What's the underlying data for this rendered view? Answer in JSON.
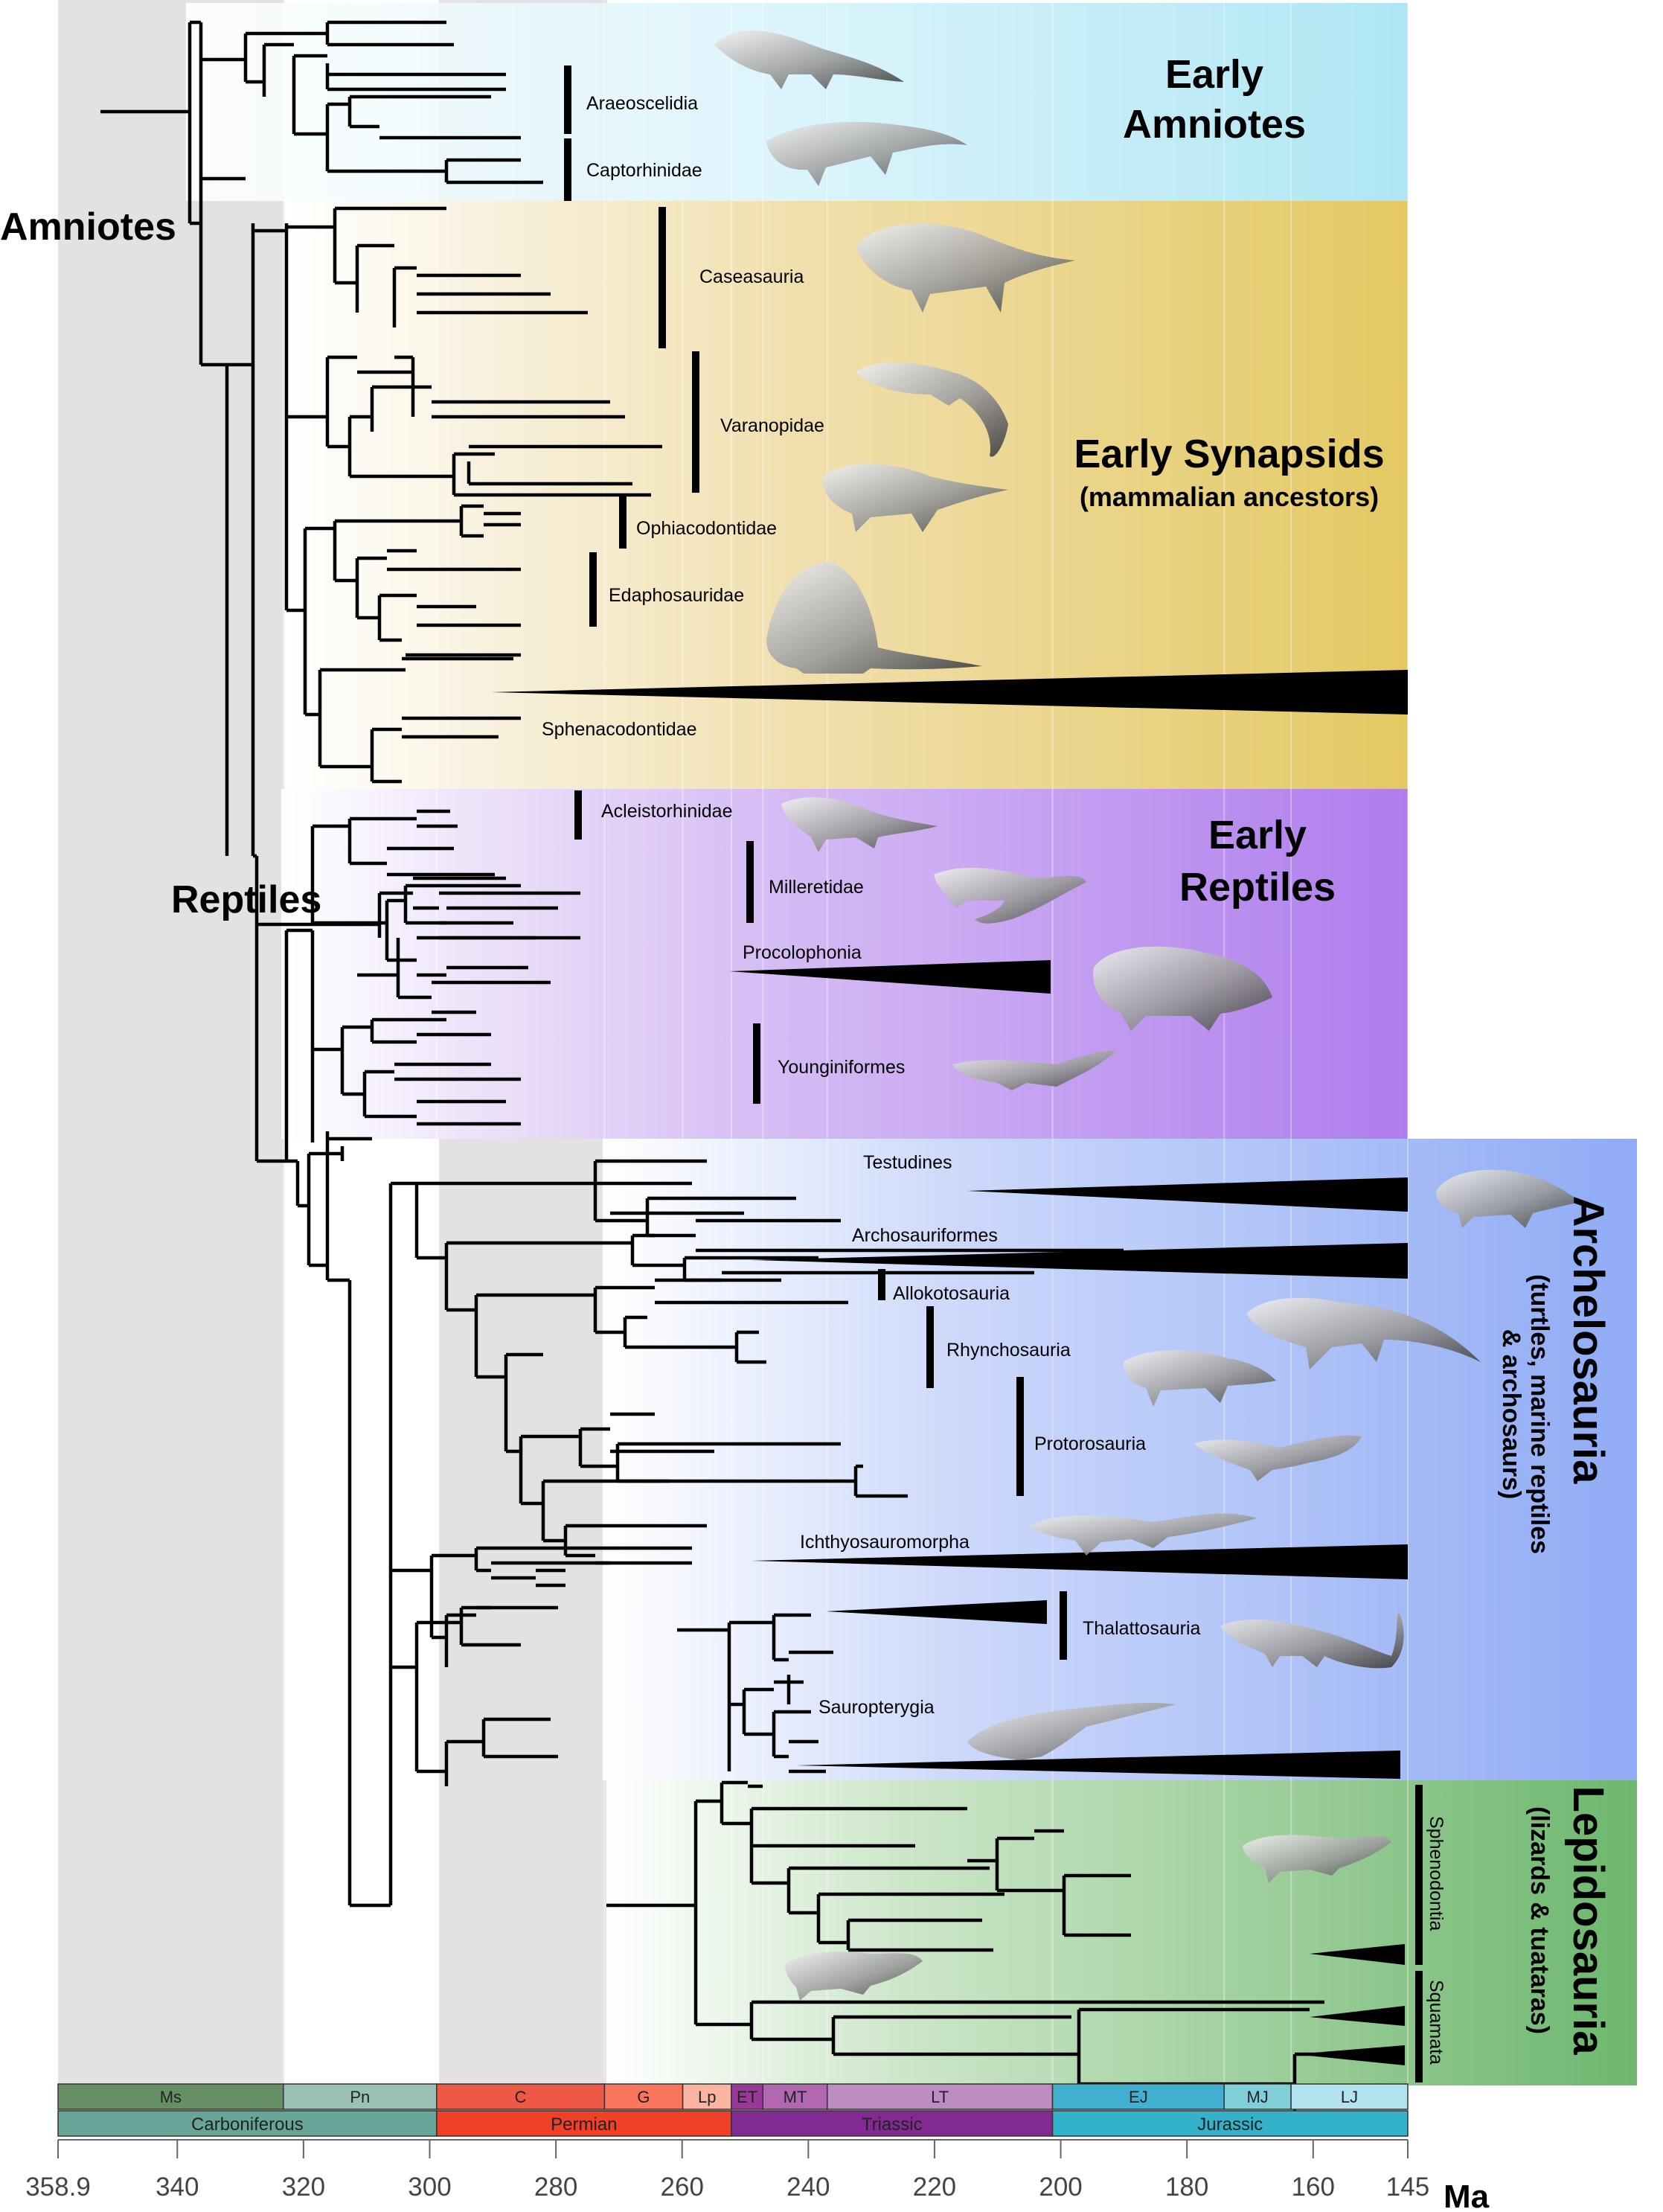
{
  "groups": {
    "early_amniotes": {
      "title_line1": "Early",
      "title_line2": "Amniotes",
      "color": "#a8e4f2"
    },
    "early_synapsids": {
      "title_line1": "Early Synapsids",
      "title_line2": "(mammalian ancestors)",
      "color": "#e2c65a"
    },
    "early_reptiles": {
      "title_line1": "Early",
      "title_line2": "Reptiles",
      "color": "#ab76ec"
    },
    "archelosauria": {
      "title": "Archelosauria",
      "subtitle1": "(turtles, marine reptiles",
      "subtitle2": "& archosaurs)",
      "color": "#8aa7f4"
    },
    "lepidosauria": {
      "title": "Lepidosauria",
      "subtitle": "(lizards & tuataras)",
      "color": "#66b366"
    }
  },
  "node_labels": {
    "amniotes": "Amniotes",
    "reptiles": "Reptiles"
  },
  "clades": {
    "araeoscelidia": "Araeoscelidia",
    "captorhinidae": "Captorhinidae",
    "caseasauria": "Caseasauria",
    "varanopidae": "Varanopidae",
    "ophiacodontidae": "Ophiacodontidae",
    "edaphosauridae": "Edaphosauridae",
    "sphenacodontidae": "Sphenacodontidae",
    "acleistorhinidae": "Acleistorhinidae",
    "milleretidae": "Milleretidae",
    "procolophonia": "Procolophonia",
    "younginiformes": "Younginiformes",
    "testudines": "Testudines",
    "archosauriformes": "Archosauriformes",
    "allokotosauria": "Allokotosauria",
    "rhynchosauria": "Rhynchosauria",
    "protorosauria": "Protorosauria",
    "ichthyosauromorpha": "Ichthyosauromorpha",
    "thalattosauria": "Thalattosauria",
    "sauropterygia": "Sauropterygia",
    "sphenodontia": "Sphenodontia",
    "squamata": "Squamata"
  },
  "timescale": {
    "unit": "Ma",
    "ticks": [
      "358.9",
      "340",
      "320",
      "300",
      "280",
      "260",
      "240",
      "220",
      "200",
      "180",
      "160",
      "145"
    ],
    "tick_values": [
      358.9,
      340,
      320,
      300,
      280,
      260,
      240,
      220,
      200,
      180,
      160,
      145
    ],
    "epochs": [
      {
        "label": "Ms",
        "start": 358.9,
        "end": 323.2,
        "color": "#678f66"
      },
      {
        "label": "Pn",
        "start": 323.2,
        "end": 298.9,
        "color": "#99c2b5"
      },
      {
        "label": "C",
        "start": 298.9,
        "end": 272.3,
        "color": "#ef5845"
      },
      {
        "label": "G",
        "start": 272.3,
        "end": 259.9,
        "color": "#fb745c"
      },
      {
        "label": "Lp",
        "start": 259.9,
        "end": 252.2,
        "color": "#fcb4a2"
      },
      {
        "label": "ET",
        "start": 252.2,
        "end": 247.2,
        "color": "#983999"
      },
      {
        "label": "MT",
        "start": 247.2,
        "end": 237,
        "color": "#b168b1"
      },
      {
        "label": "LT",
        "start": 237,
        "end": 201.3,
        "color": "#bd8cc3"
      },
      {
        "label": "EJ",
        "start": 201.3,
        "end": 174.1,
        "color": "#42aed0"
      },
      {
        "label": "MJ",
        "start": 174.1,
        "end": 163.5,
        "color": "#80cfd8"
      },
      {
        "label": "LJ",
        "start": 163.5,
        "end": 145,
        "color": "#b3e3ee"
      }
    ],
    "periods": [
      {
        "label": "Carboniferous",
        "start": 358.9,
        "end": 298.9,
        "color": "#67a599"
      },
      {
        "label": "Permian",
        "start": 298.9,
        "end": 252.2,
        "color": "#f04028"
      },
      {
        "label": "Triassic",
        "start": 252.2,
        "end": 201.3,
        "color": "#812b92"
      },
      {
        "label": "Jurassic",
        "start": 201.3,
        "end": 145,
        "color": "#34b2c9"
      }
    ],
    "gray_bands": [
      [
        358.9,
        323.2
      ],
      [
        298.9,
        272.3
      ]
    ]
  }
}
